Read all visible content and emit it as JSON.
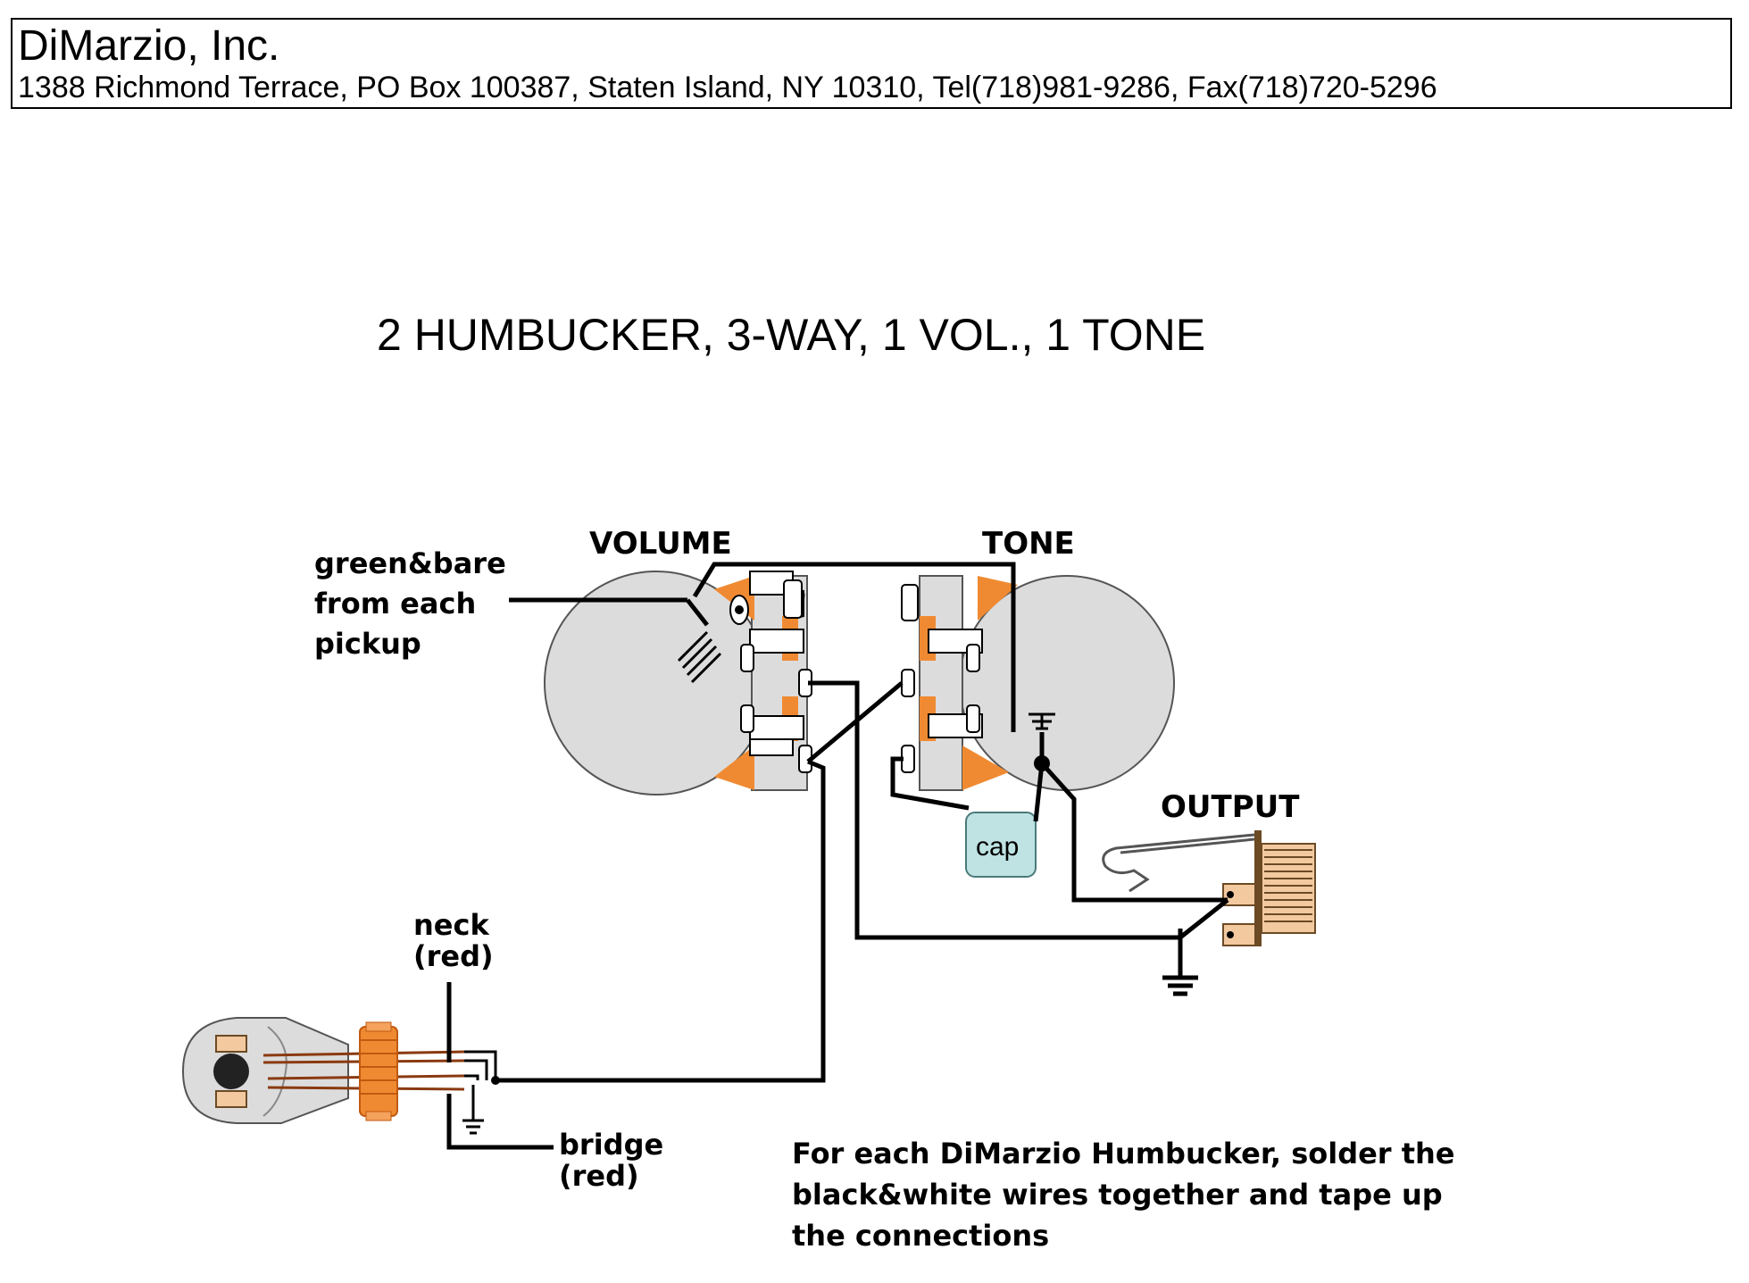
{
  "header": {
    "company": "DiMarzio, Inc.",
    "address": "1388 Richmond Terrace, PO Box 100387, Staten Island, NY 10310, Tel(718)981-9286, Fax(718)720-5296"
  },
  "diagram": {
    "title": "2 HUMBUCKER, 3-WAY, 1 VOL., 1 TONE",
    "labels": {
      "volume": "VOLUME",
      "tone": "TONE",
      "output": "OUTPUT",
      "cap": "cap",
      "ground_line1": "green&bare",
      "ground_line2": "from each",
      "ground_line3": "pickup",
      "neck_line1": "neck",
      "neck_line2": "(red)",
      "bridge_line1": "bridge",
      "bridge_line2": "(red)"
    },
    "note": {
      "line1": "For each DiMarzio Humbucker, solder the",
      "line2": "black&white wires together and tape up",
      "line3": "the connections"
    }
  },
  "colors": {
    "pot_gray": "#dcdcdc",
    "lug_orange": "#f08a32",
    "cap_teal": "#bfe3e3",
    "switch_orange": "#f08a32",
    "jack_tan": "#f3c9a0"
  }
}
